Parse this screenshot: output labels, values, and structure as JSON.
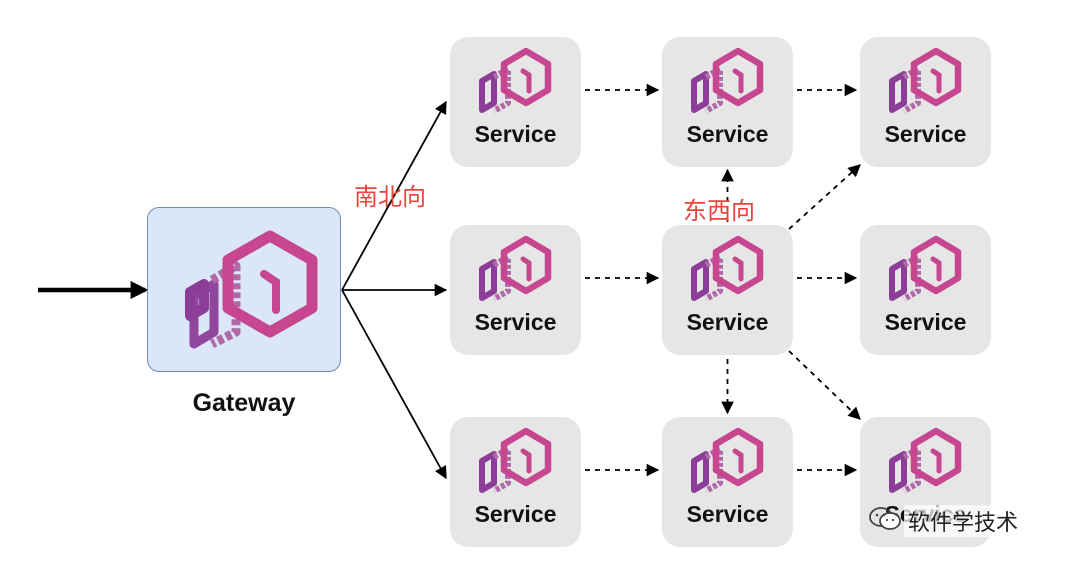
{
  "gateway": {
    "label": "Gateway"
  },
  "services": [
    {
      "id": "s-r1c1",
      "label": "Service"
    },
    {
      "id": "s-r1c2",
      "label": "Service"
    },
    {
      "id": "s-r1c3",
      "label": "Service"
    },
    {
      "id": "s-r2c1",
      "label": "Service"
    },
    {
      "id": "s-r2c2",
      "label": "Service"
    },
    {
      "id": "s-r2c3",
      "label": "Service"
    },
    {
      "id": "s-r3c1",
      "label": "Service"
    },
    {
      "id": "s-r3c2",
      "label": "Service"
    },
    {
      "id": "s-r3c3",
      "label": "Service"
    }
  ],
  "annotations": {
    "north_south": "南北向",
    "east_west": "东西向"
  },
  "watermark": {
    "text": "软件学技术"
  },
  "colors": {
    "node_fill": "#e6e6e6",
    "gateway_fill": "#dbe7f8",
    "gateway_border": "#6c8ebf",
    "annotation": "#e8453c",
    "logo_front": "#c6468f",
    "logo_mid": "#b06aa8",
    "logo_back": "#8b3d97"
  },
  "edges": [
    {
      "from": "input",
      "to": "gateway",
      "style": "solid-bold"
    },
    {
      "from": "gateway",
      "to": "s-r1c1",
      "style": "solid"
    },
    {
      "from": "gateway",
      "to": "s-r2c1",
      "style": "solid"
    },
    {
      "from": "gateway",
      "to": "s-r3c1",
      "style": "solid"
    },
    {
      "from": "s-r1c1",
      "to": "s-r1c2",
      "style": "dashed"
    },
    {
      "from": "s-r1c2",
      "to": "s-r1c3",
      "style": "dashed"
    },
    {
      "from": "s-r2c1",
      "to": "s-r2c2",
      "style": "dashed"
    },
    {
      "from": "s-r2c2",
      "to": "s-r1c2",
      "style": "dashed"
    },
    {
      "from": "s-r2c2",
      "to": "s-r1c3",
      "style": "dashed"
    },
    {
      "from": "s-r2c2",
      "to": "s-r2c3",
      "style": "dashed"
    },
    {
      "from": "s-r2c2",
      "to": "s-r3c2",
      "style": "dashed"
    },
    {
      "from": "s-r2c2",
      "to": "s-r3c3",
      "style": "dashed"
    },
    {
      "from": "s-r3c1",
      "to": "s-r3c2",
      "style": "dashed"
    },
    {
      "from": "s-r3c2",
      "to": "s-r3c3",
      "style": "dashed"
    }
  ]
}
